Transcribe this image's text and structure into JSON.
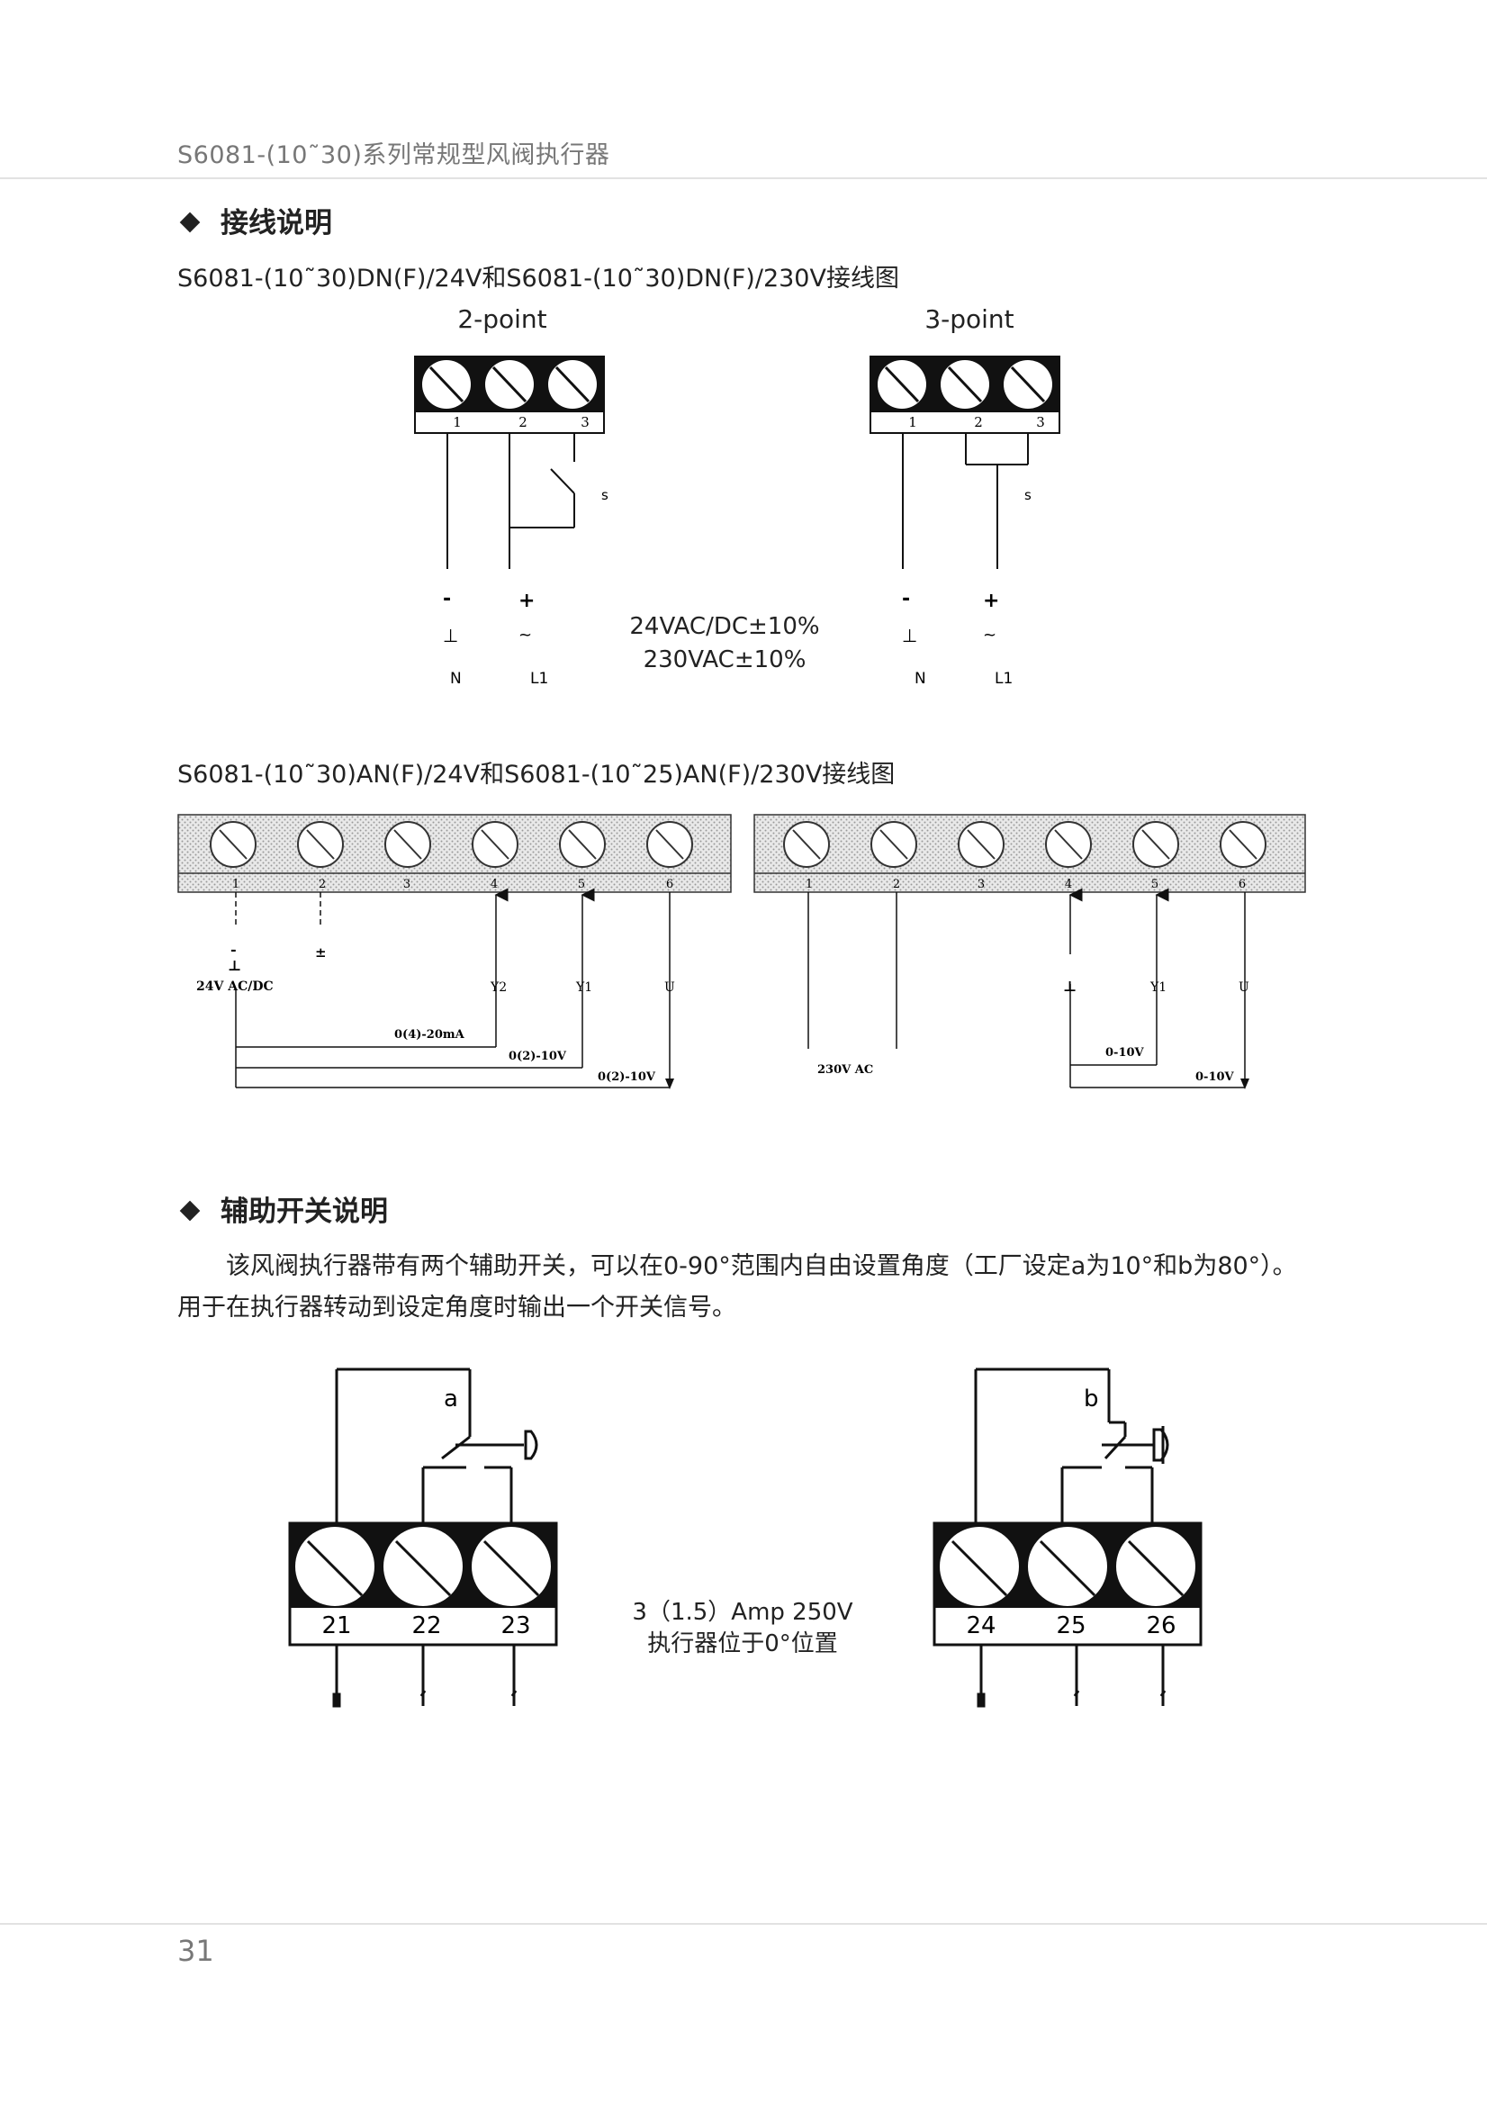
{
  "header": {
    "title": "S6081-(10˜30)系列常规型风阀执行器"
  },
  "wiring": {
    "section_title": "接线说明",
    "dn_caption": "S6081-(10˜30)DN(F)/24V和S6081-(10˜30)DN(F)/230V接线图",
    "two_point_label": "2-point",
    "three_point_label": "3-point",
    "terminal_numbers": [
      "1",
      "2",
      "3"
    ],
    "switch_label": "s",
    "minus_symbol": "-",
    "plus_symbol": "+",
    "ground_symbol": "⊥",
    "ac_symbol": "~",
    "neutral_label": "N",
    "line_label": "L1",
    "supply_line1": "24VAC/DC±10%",
    "supply_line2": "230VAC±10%",
    "an_caption": "S6081-(10˜30)AN(F)/24V和S6081-(10˜25)AN(F)/230V接线图",
    "an_terminals": [
      "1",
      "2",
      "3",
      "4",
      "5",
      "6"
    ],
    "an_left": {
      "minus": "-",
      "ground": "⊥",
      "plus": "±",
      "supply": "24V AC/DC",
      "y2": "Y2",
      "y1": "Y1",
      "u": "U",
      "sig_ma": "0(4)-20mA",
      "sig_v1": "0(2)-10V",
      "sig_v2": "0(2)-10V"
    },
    "an_right": {
      "supply": "230V AC",
      "ground": "⊥",
      "y1": "Y1",
      "u": "U",
      "sig_v1": "0-10V",
      "sig_v2": "0-10V"
    }
  },
  "aux": {
    "section_title": "辅助开关说明",
    "paragraph_line1": "该风阀执行器带有两个辅助开关，可以在0-90°范围内自由设置角度（工厂设定a为10°和b为80°）。",
    "paragraph_line2": "用于在执行器转动到设定角度时输出一个开关信号。",
    "switch_a_label": "a",
    "switch_b_label": "b",
    "terminals_a": [
      "21",
      "22",
      "23"
    ],
    "terminals_b": [
      "24",
      "25",
      "26"
    ],
    "rating_line1": "3（1.5）Amp 250V",
    "rating_line2": "执行器位于0°位置"
  },
  "footer": {
    "page_number": "31"
  }
}
